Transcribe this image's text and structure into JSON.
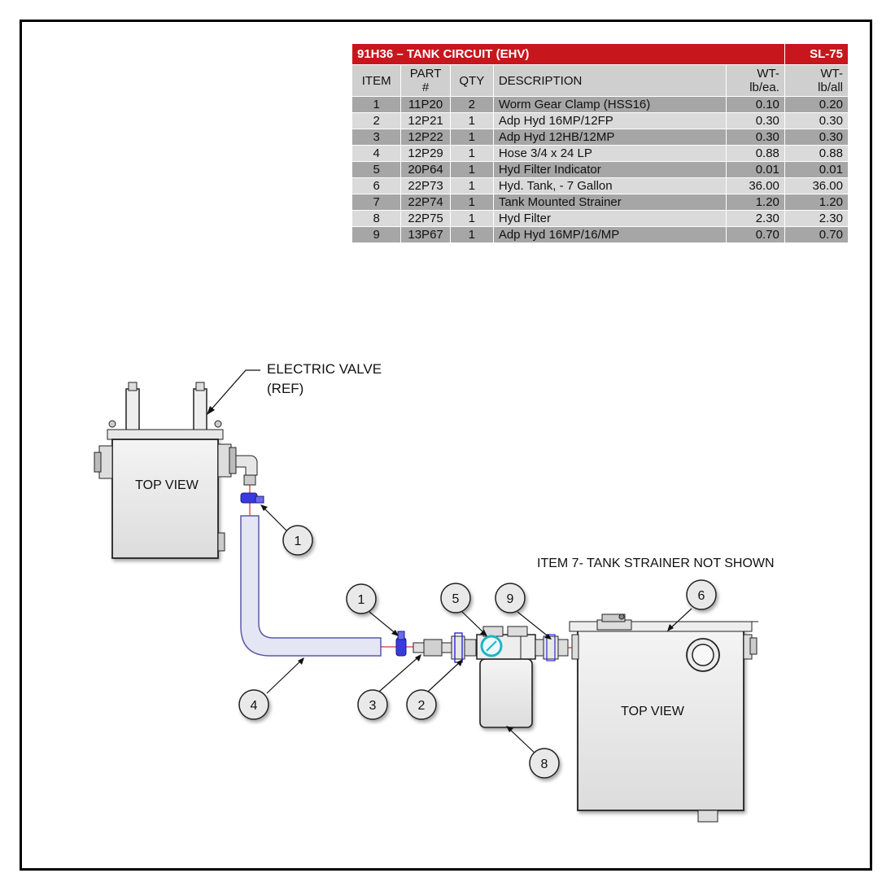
{
  "table": {
    "title": "91H36 – TANK CIRCUIT (EHV)",
    "code": "SL-75",
    "headers": {
      "item": "ITEM",
      "part_line1": "PART",
      "part_line2": "#",
      "qty": "QTY",
      "description": "DESCRIPTION",
      "wt_ea_line1": "WT-",
      "wt_ea_line2": "lb/ea.",
      "wt_all_line1": "WT-",
      "wt_all_line2": "lb/all"
    },
    "rows": [
      {
        "item": "1",
        "part": "11P20",
        "qty": "2",
        "description": "Worm Gear Clamp (HSS16)",
        "wt_ea": "0.10",
        "wt_all": "0.20"
      },
      {
        "item": "2",
        "part": "12P21",
        "qty": "1",
        "description": "Adp Hyd 16MP/12FP",
        "wt_ea": "0.30",
        "wt_all": "0.30"
      },
      {
        "item": "3",
        "part": "12P22",
        "qty": "1",
        "description": "Adp Hyd 12HB/12MP",
        "wt_ea": "0.30",
        "wt_all": "0.30"
      },
      {
        "item": "4",
        "part": "12P29",
        "qty": "1",
        "description": "Hose 3/4  x 24 LP",
        "wt_ea": "0.88",
        "wt_all": "0.88"
      },
      {
        "item": "5",
        "part": "20P64",
        "qty": "1",
        "description": "Hyd Filter Indicator",
        "wt_ea": "0.01",
        "wt_all": "0.01"
      },
      {
        "item": "6",
        "part": "22P73",
        "qty": "1",
        "description": "Hyd. Tank, - 7 Gallon",
        "wt_ea": "36.00",
        "wt_all": "36.00"
      },
      {
        "item": "7",
        "part": "22P74",
        "qty": "1",
        "description": "Tank Mounted Strainer",
        "wt_ea": "1.20",
        "wt_all": "1.20"
      },
      {
        "item": "8",
        "part": "22P75",
        "qty": "1",
        "description": "Hyd Filter",
        "wt_ea": "2.30",
        "wt_all": "2.30"
      },
      {
        "item": "9",
        "part": "13P67",
        "qty": "1",
        "description": "Adp Hyd 16MP/16/MP",
        "wt_ea": "0.70",
        "wt_all": "0.70"
      }
    ]
  },
  "drawing": {
    "valve_label_line1": "ELECTRIC VALVE",
    "valve_label_line2": "(REF)",
    "valve_view_label": "TOP VIEW",
    "tank_view_label": "TOP VIEW",
    "strainer_note": "ITEM 7- TANK STRAINER NOT SHOWN",
    "balloons": [
      "1",
      "1",
      "5",
      "9",
      "6",
      "4",
      "3",
      "2",
      "8"
    ]
  },
  "colors": {
    "title_bar": "#c8161d",
    "row_dark": "#a6a6a6",
    "row_light": "#dadada",
    "header": "#cfcfcf",
    "clamp_blue": "#2a2ad8",
    "indicator_cyan": "#1fb4c4",
    "hose_fill": "#e4e6f4"
  }
}
